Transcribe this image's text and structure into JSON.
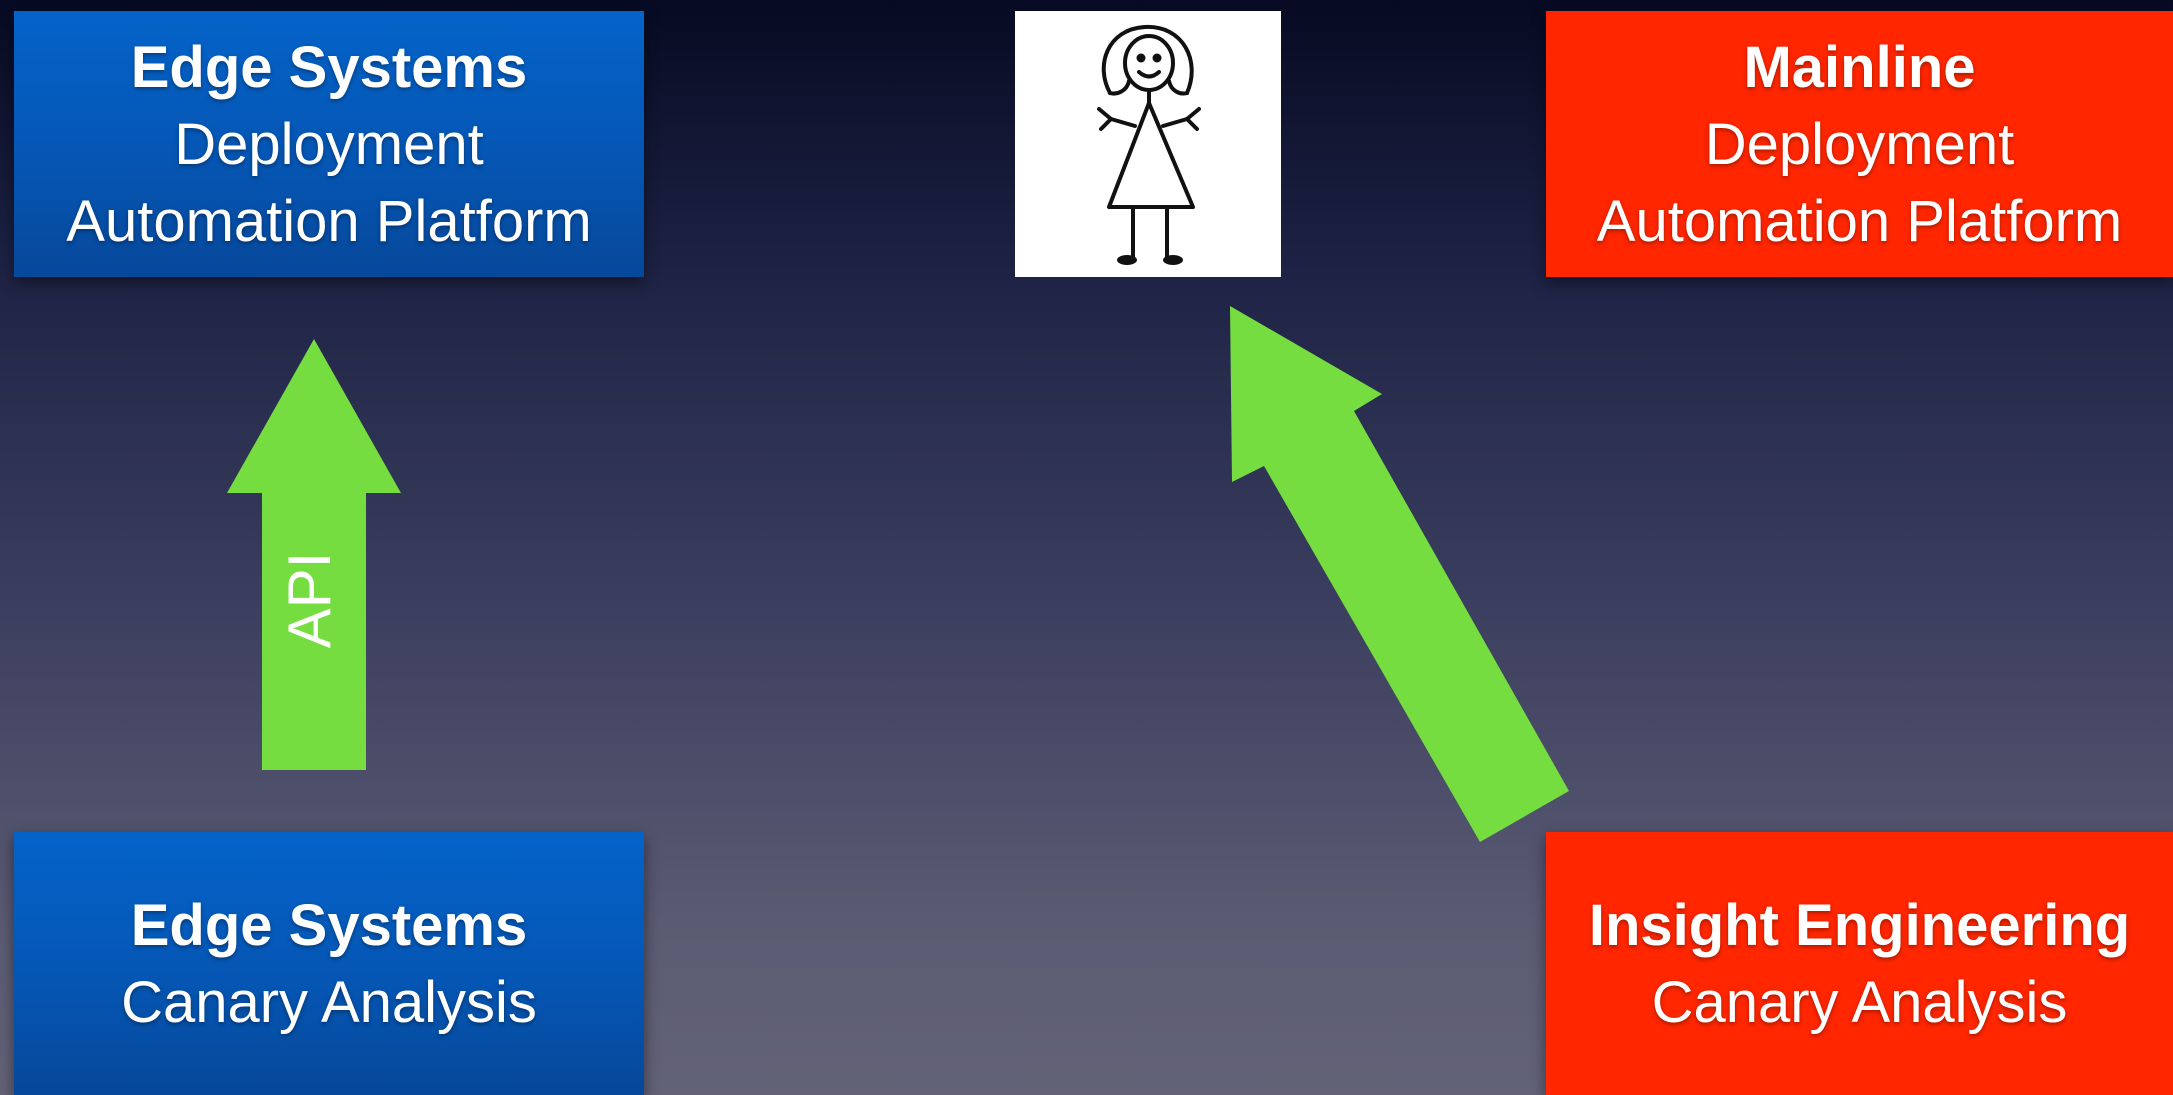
{
  "boxes": {
    "edge_deploy": {
      "title": "Edge Systems",
      "line1": "Deployment",
      "line2": "Automation Platform",
      "color": "#0556b4"
    },
    "mainline_deploy": {
      "title": "Mainline",
      "line1": "Deployment",
      "line2": "Automation Platform",
      "color": "#ff2600"
    },
    "edge_canary": {
      "title": "Edge Systems",
      "line1": "Canary Analysis",
      "color": "#0556b4"
    },
    "insight_canary": {
      "title": "Insight Engineering",
      "line1": "Canary Analysis",
      "color": "#ff2600"
    }
  },
  "arrows": {
    "api_arrow": {
      "label": "API",
      "color": "#75dd3f"
    },
    "diagonal_arrow": {
      "color": "#75dd3f"
    }
  },
  "person": {
    "icon": "stick-figure-girl-icon"
  }
}
